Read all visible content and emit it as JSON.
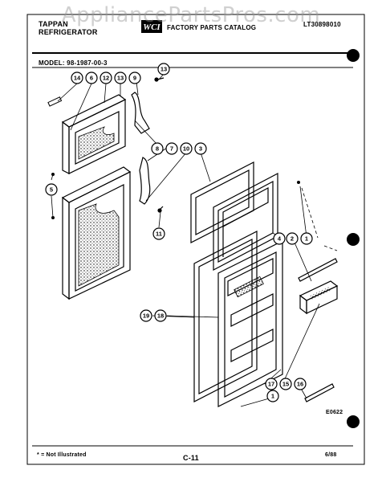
{
  "header": {
    "brand_line1": "TAPPAN",
    "brand_line2": "REFRIGERATOR",
    "catalog_title": "FACTORY PARTS CATALOG",
    "catalog_number": "LT30898010",
    "model": "MODEL: 98-1987-00-3"
  },
  "watermark": "AppliancePartsPros.com",
  "callouts": [
    "14",
    "6",
    "12",
    "13",
    "9",
    "13",
    "8",
    "7",
    "10",
    "3",
    "5",
    "11",
    "4",
    "2",
    "1",
    "19",
    "18",
    "17",
    "15",
    "16",
    "1"
  ],
  "figure_code": "E0622",
  "footer": {
    "note": "* = Not Illustrated",
    "page": "C-11",
    "date": "6/88"
  },
  "colors": {
    "ink": "#000000",
    "watermark": "#969696",
    "background": "#ffffff"
  }
}
